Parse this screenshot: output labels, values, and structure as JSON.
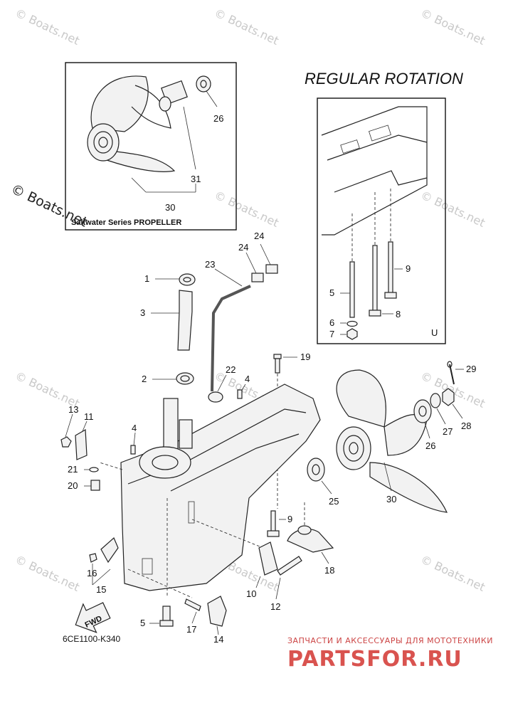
{
  "diagram": {
    "heading": "REGULAR ROTATION",
    "propeller_caption": "Saltwater Series PROPELLER",
    "drawing_code": "6CE1100-K340",
    "fwd_label": "FWD",
    "inset_mark": "U",
    "watermark": "© Boats.net",
    "callouts": {
      "c1": "1",
      "c2": "2",
      "c3": "3",
      "c4a": "4",
      "c4b": "4",
      "c5a": "5",
      "c5b": "5",
      "c6": "6",
      "c7": "7",
      "c8": "8",
      "c9a": "9",
      "c9b": "9",
      "c10": "10",
      "c11": "11",
      "c12": "12",
      "c13": "13",
      "c14": "14",
      "c15": "15",
      "c16": "16",
      "c17": "17",
      "c18": "18",
      "c19": "19",
      "c20": "20",
      "c21": "21",
      "c22": "22",
      "c23": "23",
      "c24a": "24",
      "c24b": "24",
      "c25": "25",
      "c26a": "26",
      "c26b": "26",
      "c27": "27",
      "c28": "28",
      "c29": "29",
      "c30a": "30",
      "c30b": "30",
      "c31": "31"
    }
  },
  "branding": {
    "tagline": "ЗАПЧАСТИ И АКСЕССУАРЫ ДЛЯ МОТОТЕХНИКИ",
    "logo_text": "PARTSFOR.RU"
  }
}
